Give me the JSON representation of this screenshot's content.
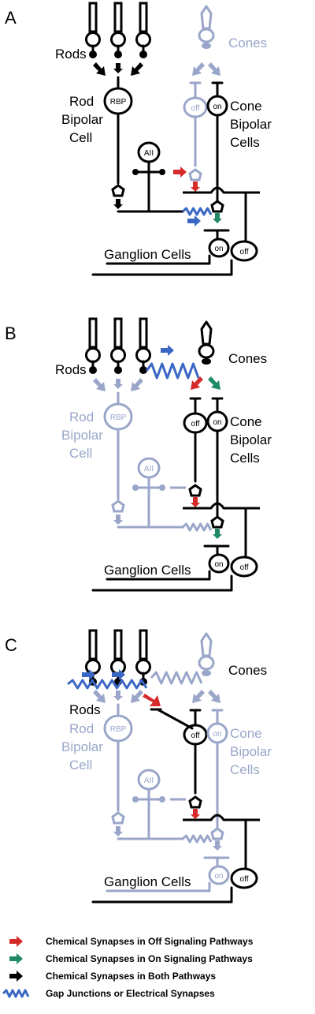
{
  "colors": {
    "dark": "#000000",
    "faded": "#9aa6c9",
    "gap_junction": "#3a66c4",
    "off_arrow": "#d62a2a",
    "on_arrow": "#1f8a63"
  },
  "panels": [
    {
      "letter": "A",
      "rods": "Rods",
      "cones": "Cones",
      "rod_bipolar": [
        "Rod",
        "Bipolar",
        "Cell"
      ],
      "rbp": "RBP",
      "aii": "AII",
      "off": "off",
      "on": "on",
      "cone_bipolar": [
        "Cone",
        "Bipolar",
        "Cells"
      ],
      "ganglion": "Ganglion Cells"
    },
    {
      "letter": "B",
      "rods": "Rods",
      "cones": "Cones",
      "rod_bipolar": [
        "Rod",
        "Bipolar",
        "Cell"
      ],
      "rbp": "RBP",
      "aii": "AII",
      "off": "off",
      "on": "on",
      "cone_bipolar": [
        "Cone",
        "Bipolar",
        "Cells"
      ],
      "ganglion": "Ganglion Cells"
    },
    {
      "letter": "C",
      "rods": "Rods",
      "cones": "Cones",
      "rod_bipolar": [
        "Rod",
        "Bipolar",
        "Cell"
      ],
      "rbp": "RBP",
      "aii": "AII",
      "off": "off",
      "on": "on",
      "cone_bipolar": [
        "Cone",
        "Bipolar",
        "Cells"
      ],
      "ganglion": "Ganglion Cells"
    }
  ],
  "legend": [
    {
      "icon": "red-arrow",
      "text": "Chemical Synapses in Off Signaling Pathways"
    },
    {
      "icon": "green-arrow",
      "text": "Chemical Synapses in On Signaling Pathways"
    },
    {
      "icon": "black-arrow",
      "text": "Chemical Synapses in Both Pathways"
    },
    {
      "icon": "gap-junction-zigzag",
      "text": "Gap Junctions or Electrical Synapses"
    }
  ]
}
